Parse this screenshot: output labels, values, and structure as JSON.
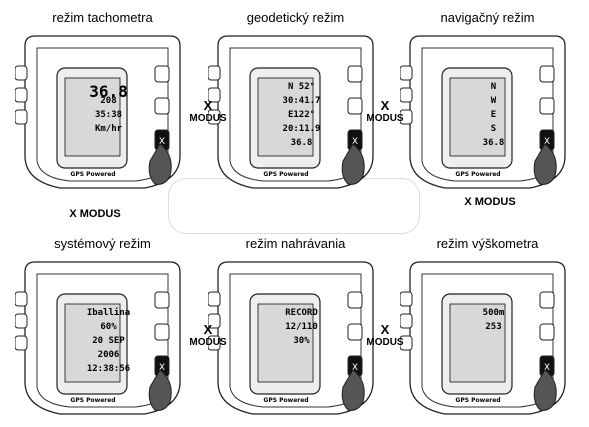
{
  "panels": [
    {
      "title": "režim tachometra",
      "screen": {
        "l1": "36.8",
        "l2": "208",
        "l3": "35:38",
        "unit": "Km/hr"
      }
    },
    {
      "title": "geodetický režim",
      "screen": {
        "l1": "N 52°",
        "l2": "30:41.7",
        "l3": "E122°",
        "l4": "20:11.9",
        "l5": "36.8"
      }
    },
    {
      "title": "navigačný režim",
      "screen": {
        "l1": "N",
        "l2": "W",
        "l3": "E",
        "l4": "S",
        "l5": "36.8"
      }
    },
    {
      "title": "systémový režim",
      "screen": {
        "l1": "Iballina",
        "l2": "60%",
        "l3": "20 SEP",
        "l4": "2006",
        "l5": "12:38:56"
      }
    },
    {
      "title": "režim nahrávania",
      "screen": {
        "l1": "RECORD",
        "l2": "12/110",
        "l3": "30%"
      }
    },
    {
      "title": "režim výškometra",
      "screen": {
        "l1": "500m",
        "l2": "253"
      }
    }
  ],
  "arrows": {
    "x": "X",
    "label": "MODUS",
    "left_label": "X MODUS",
    "right_label": "X MODUS"
  },
  "device_labels": {
    "brand": "GPS Powered"
  }
}
